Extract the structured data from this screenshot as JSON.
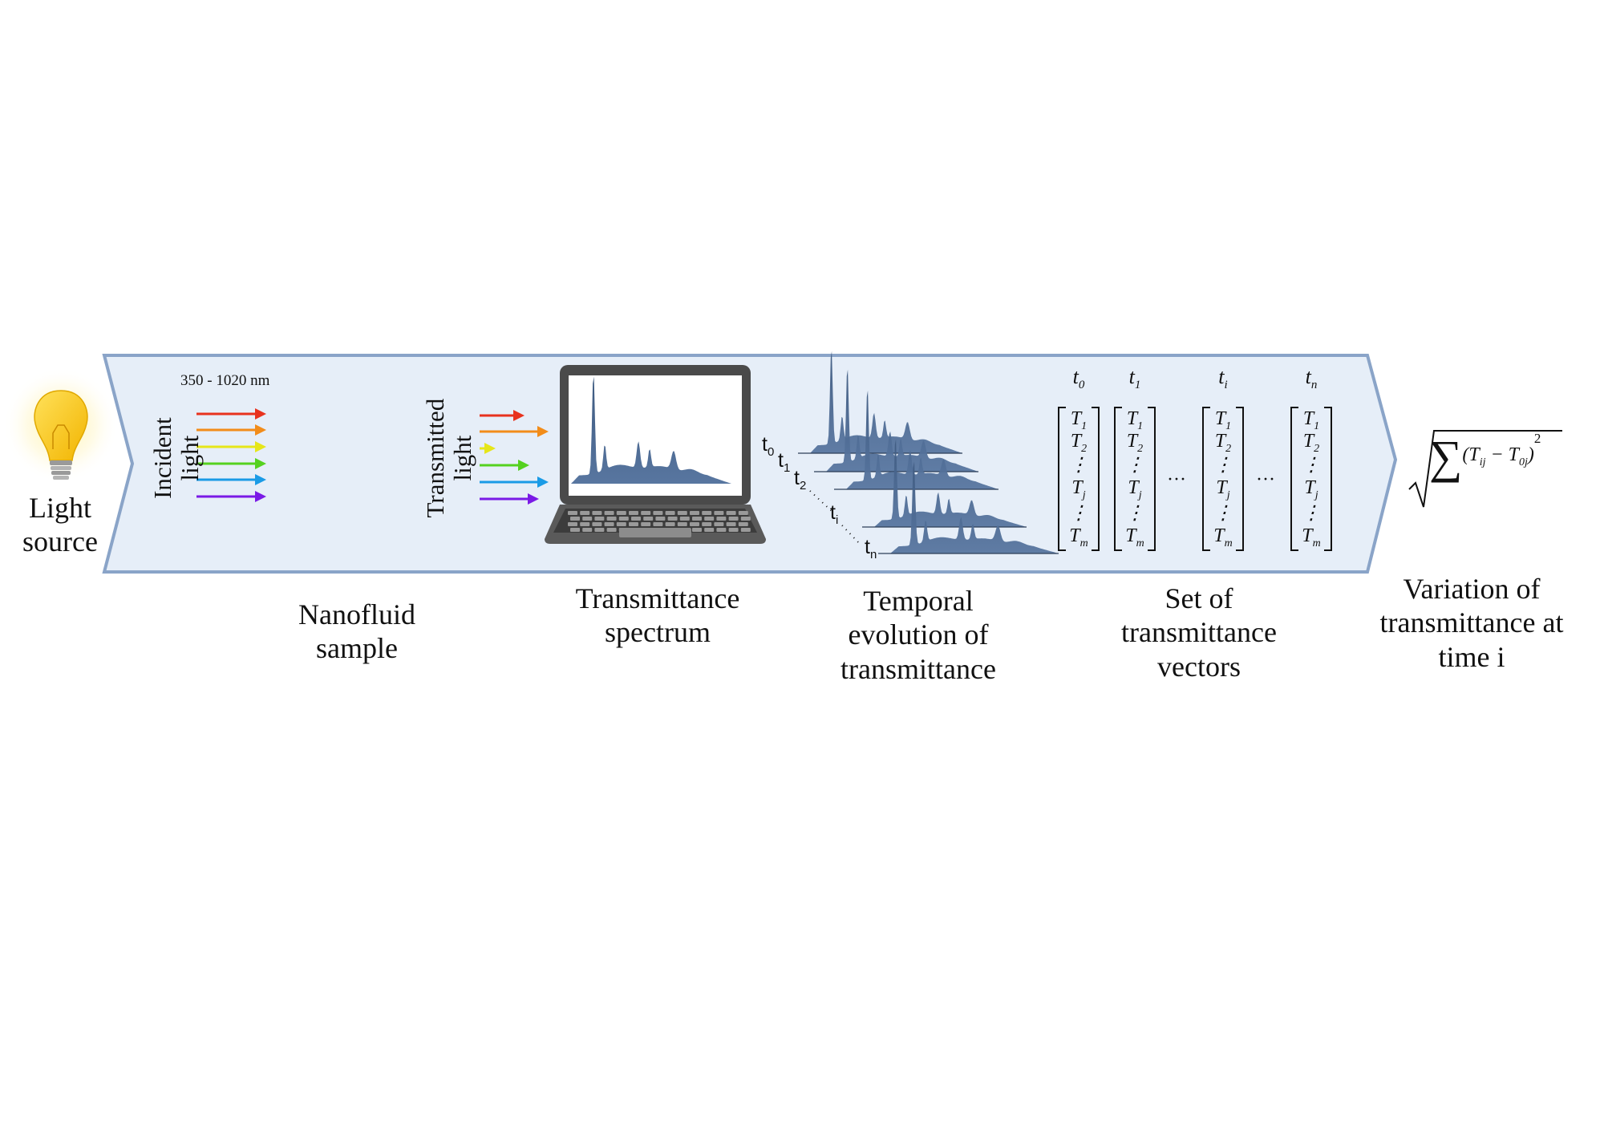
{
  "labels": {
    "light_source": [
      "Light",
      "source"
    ],
    "incident_light": [
      "Incident",
      "light"
    ],
    "wavelength_range": "350 - 1020 nm",
    "transmitted_light": [
      "Transmitted",
      "light"
    ],
    "nanofluid_sample": [
      "Nanofluid",
      "sample"
    ],
    "transmittance_spectrum": [
      "Transmittance",
      "spectrum"
    ],
    "temporal_evolution": [
      "Temporal",
      "evolution of",
      "transmittance"
    ],
    "set_of_vectors": [
      "Set of",
      "transmittance",
      "vectors"
    ],
    "variation": [
      "Variation of",
      "transmittance at",
      "time i"
    ]
  },
  "time_labels": [
    "t0",
    "t1",
    "t2",
    "ti",
    "tn"
  ],
  "vector_headers": [
    "t0",
    "t1",
    "ti",
    "tn"
  ],
  "vector_entries": [
    "T1",
    "T2",
    "⋮",
    "Tj",
    "⋮",
    "Tm"
  ],
  "vector_ellipsis": "···",
  "formula": {
    "sum": "∑",
    "term": "(T_ij − T_0j)",
    "exponent": "2"
  },
  "colors": {
    "panel_fill": "#e6eef8",
    "panel_stroke": "#8aa4c8",
    "spectrum_fill": "#4a6488",
    "laptop_body": "#4a4a4a",
    "bulb": "#f5c518",
    "arrows": [
      "#e8321e",
      "#f28c1a",
      "#e6e619",
      "#55d11f",
      "#1a9be6",
      "#7a1ae6"
    ]
  }
}
